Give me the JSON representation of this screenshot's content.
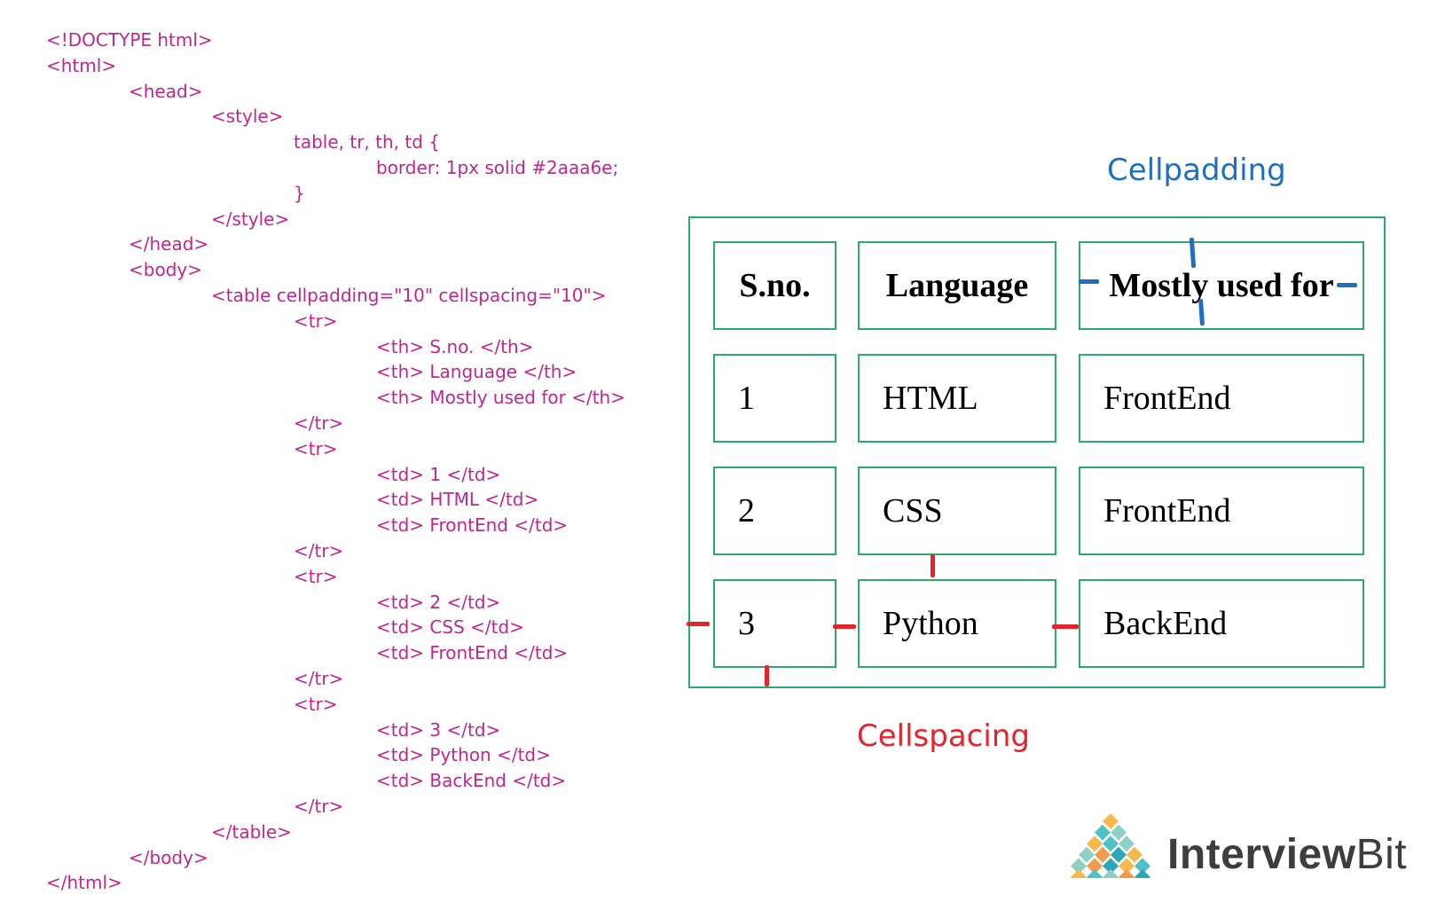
{
  "code": {
    "lines": [
      "<!DOCTYPE html>",
      "<html>",
      "<head>",
      "<style>",
      "table, tr, th, td {",
      "border: 1px solid #2aaa6e;",
      "}",
      "</style>",
      "</head>",
      "<body>",
      "<table cellpadding=\"10\" cellspacing=\"10\">",
      "<tr>",
      "<th> S.no. </th>",
      "<th> Language </th>",
      "<th> Mostly used for </th>",
      "</tr>",
      "<tr>",
      "<td> 1 </td>",
      "<td> HTML </td>",
      "<td> FrontEnd </td>",
      "</tr>",
      "<tr>",
      "<td> 2 </td>",
      "<td> CSS </td>",
      "<td> FrontEnd </td>",
      "</tr>",
      "<tr>",
      "<td> 3 </td>",
      "<td> Python </td>",
      "<td> BackEnd </td>",
      "</tr>",
      "</table>",
      "</body>",
      "</html>"
    ],
    "indent_levels": [
      0,
      0,
      1,
      2,
      3,
      4,
      3,
      2,
      1,
      1,
      2,
      3,
      4,
      4,
      4,
      3,
      3,
      4,
      4,
      4,
      3,
      3,
      4,
      4,
      4,
      3,
      3,
      4,
      4,
      4,
      3,
      2,
      1,
      0
    ],
    "color": "#c0268f"
  },
  "table": {
    "headers": [
      "S.no.",
      "Language",
      "Mostly used for"
    ],
    "rows": [
      [
        "1",
        "HTML",
        "FrontEnd"
      ],
      [
        "2",
        "CSS",
        "FrontEnd"
      ],
      [
        "3",
        "Python",
        "BackEnd"
      ]
    ],
    "border_color": "#2aaa6e"
  },
  "annotations": {
    "cellpadding": {
      "label": "Cellpadding",
      "color": "#1e6fbf"
    },
    "cellspacing": {
      "label": "Cellspacing",
      "color": "#e4232b"
    }
  },
  "logo": {
    "text_part1": "Interview",
    "text_part2": "Bit"
  }
}
